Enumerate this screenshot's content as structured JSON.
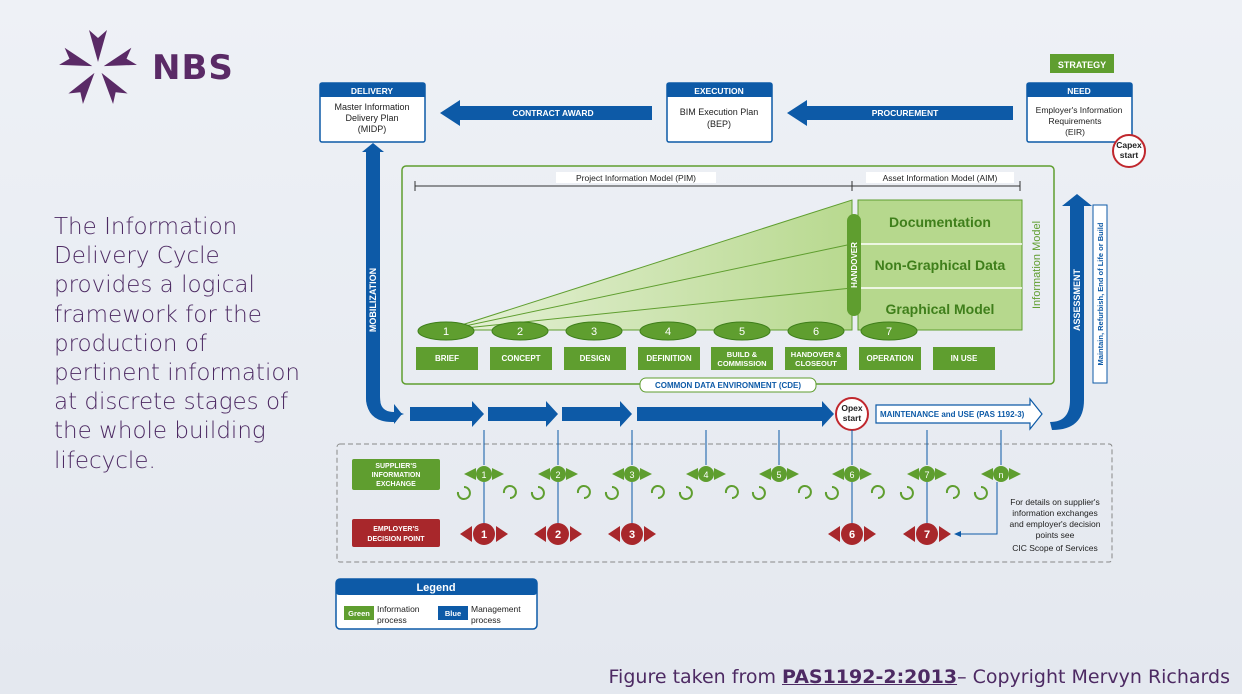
{
  "brand": {
    "name": "NBS"
  },
  "intro_text": "The Information Delivery Cycle provides a logical framework for the production of pertinent information at discrete stages of the whole building lifecycle.",
  "caption": {
    "prefix": "Figure taken from ",
    "reference": "PAS1192-2:2013",
    "suffix": "– Copyright Mervyn Richards"
  },
  "top_boxes": {
    "delivery": {
      "header": "DELIVERY",
      "line1": "Master Information",
      "line2": "Delivery Plan",
      "line3": "(MIDP)"
    },
    "execution": {
      "header": "EXECUTION",
      "line1": "BIM Execution Plan",
      "line2": "(BEP)"
    },
    "need": {
      "header": "NEED",
      "line1": "Employer's Information",
      "line2": "Requirements",
      "line3": "(EIR)"
    },
    "strategy": "STRATEGY"
  },
  "arrows": {
    "contract_award": "CONTRACT AWARD",
    "procurement": "PROCUREMENT",
    "mobilization": "MOBILIZATION",
    "assessment": "ASSESSMENT",
    "maintain": "Maintain, Refurbish, End of Life or Build",
    "maintenance": "MAINTENANCE and USE (PAS 1192-3)"
  },
  "markers": {
    "capex1": "Capex",
    "capex2": "start",
    "opex1": "Opex",
    "opex2": "start"
  },
  "models": {
    "pim": "Project Information Model (PIM)",
    "aim": "Asset Information Model (AIM)",
    "handover": "HANDOVER",
    "information_model": "Information Model",
    "cde": "COMMON DATA ENVIRONMENT (CDE)"
  },
  "layers": [
    "Documentation",
    "Non-Graphical Data",
    "Graphical Model"
  ],
  "stages": [
    "1",
    "2",
    "3",
    "4",
    "5",
    "6",
    "7"
  ],
  "stage_labels": [
    {
      "l1": "BRIEF",
      "l2": ""
    },
    {
      "l1": "CONCEPT",
      "l2": ""
    },
    {
      "l1": "DESIGN",
      "l2": ""
    },
    {
      "l1": "DEFINITION",
      "l2": ""
    },
    {
      "l1": "BUILD &",
      "l2": "COMMISSION"
    },
    {
      "l1": "HANDOVER &",
      "l2": "CLOSEOUT"
    },
    {
      "l1": "OPERATION",
      "l2": ""
    },
    {
      "l1": "IN USE",
      "l2": ""
    }
  ],
  "exchange": {
    "supplier": {
      "l1": "SUPPLIER'S",
      "l2": "INFORMATION",
      "l3": "EXCHANGE"
    },
    "employer": {
      "l1": "EMPLOYER'S",
      "l2": "DECISION POINT"
    },
    "supplier_points": [
      "1",
      "2",
      "3",
      "4",
      "5",
      "6",
      "7",
      "n"
    ],
    "decision_points": [
      "1",
      "2",
      "3",
      "6",
      "7"
    ],
    "note": [
      "For details on supplier's",
      "information exchanges",
      "and employer's decision",
      "points see",
      "CIC Scope of Services"
    ]
  },
  "legend": {
    "title": "Legend",
    "green_tag": "Green",
    "green_desc1": "Information",
    "green_desc2": "process",
    "blue_tag": "Blue",
    "blue_desc1": "Management",
    "blue_desc2": "process"
  },
  "colors": {
    "blue": "#0d5aa7",
    "green": "#5f9e2f",
    "light_green": "#bfdc97",
    "red": "#a8272b",
    "purple": "#5a2a66"
  }
}
